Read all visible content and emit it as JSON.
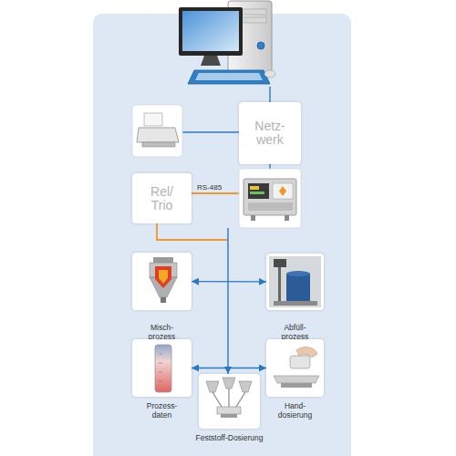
{
  "diagram": {
    "nodes": [
      {
        "text": [
          "Netz- werk"
        ]
      },
      {
        "text": [
          "Rel/ Trio"
        ]
      },
      {
        "text": [
          "Misch- prozess"
        ]
      },
      {
        "text": [
          "Abfüll- prozess"
        ]
      },
      {
        "text": [
          "Prozess- daten"
        ]
      },
      {
        "text": [
          "Hand- dosierung"
        ]
      },
      {
        "text": [
          "Feststoff-Dosierung"
        ]
      }
    ],
    "edges": [
      {
        "from": 2,
        "to": 3,
        "arrow": "both"
      },
      {
        "from": 4,
        "to": 5,
        "arrow": "both"
      }
    ],
    "labels": [
      "RS-485"
    ]
  }
}
